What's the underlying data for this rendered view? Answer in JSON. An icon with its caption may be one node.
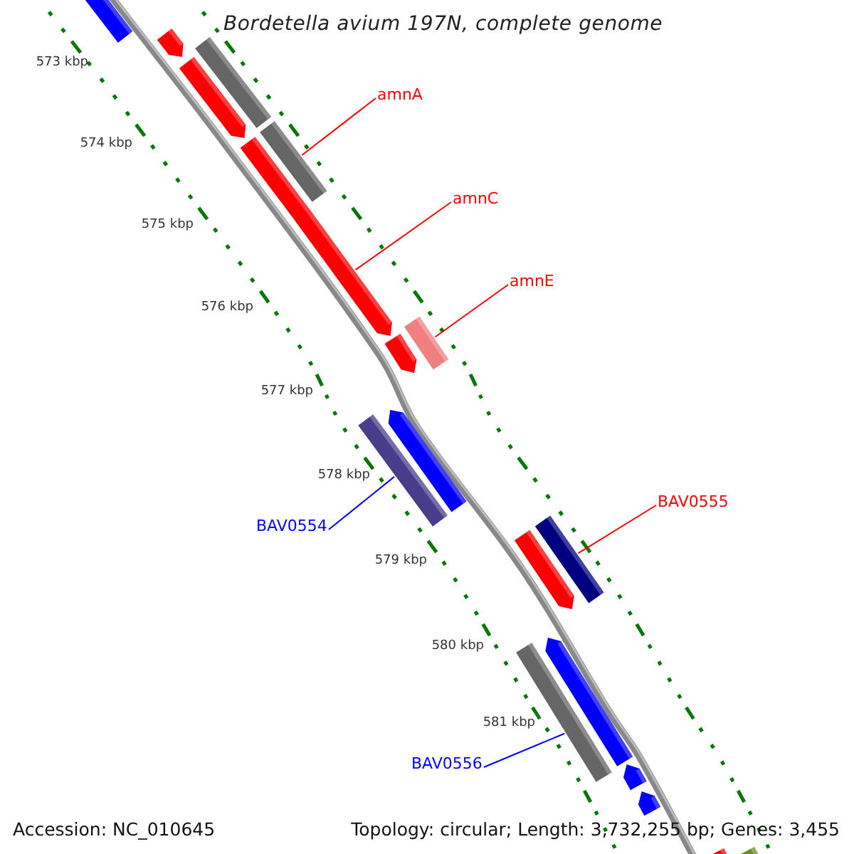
{
  "diagram": {
    "title": "Bordetella avium 197N, complete genome",
    "nodes": [
      {
        "text": [
          "amnA"
        ]
      },
      {
        "text": [
          "amnC"
        ]
      },
      {
        "text": [
          "amnE"
        ]
      },
      {
        "text": [
          "BAV0554"
        ]
      },
      {
        "text": [
          "BAV0555"
        ]
      },
      {
        "text": [
          "BAV0556"
        ]
      },
      {
        "text": [],
        "shape": "bar"
      },
      {
        "text": [],
        "shape": "bar"
      },
      {
        "text": [],
        "shape": "bar"
      },
      {
        "text": [],
        "shape": "bar"
      },
      {
        "text": [],
        "shape": "bar"
      },
      {
        "text": [],
        "shape": "bar"
      },
      {
        "text": [],
        "shape": "bar"
      },
      {
        "text": [],
        "shape": "bar"
      },
      {
        "text": [],
        "shape": "bar"
      },
      {
        "text": [],
        "shape": "bar"
      },
      {
        "text": [],
        "shape": "bar"
      },
      {
        "text": [],
        "shape": "bar"
      },
      {
        "text": [],
        "shape": "bar"
      },
      {
        "text": [],
        "shape": "bar"
      },
      {
        "text": [],
        "shape": "bar"
      },
      {
        "text": [],
        "shape": "bar"
      },
      {
        "text": [],
        "shape": "bar"
      },
      {
        "text": [],
        "shape": "bar"
      },
      {
        "text": [],
        "shape": "bar"
      }
    ],
    "edges": [
      {
        "from": 0,
        "to": 10,
        "arrow": "none"
      },
      {
        "from": 1,
        "to": 12,
        "arrow": "none"
      },
      {
        "from": 2,
        "to": 14,
        "arrow": "none"
      },
      {
        "from": 3,
        "to": 15,
        "arrow": "none",
        "color": "#0000ff"
      },
      {
        "from": 4,
        "to": 17,
        "arrow": "none"
      },
      {
        "from": 5,
        "to": 19,
        "arrow": "none",
        "color": "#0000ff"
      }
    ],
    "labels": [
      "573 kbp",
      "574 kbp",
      "575 kbp",
      "576 kbp",
      "577 kbp",
      "578 kbp",
      "579 kbp",
      "580 kbp",
      "581 kbp",
      "Accession: NC_010645",
      "Topology: circular; Length: 3,732,255 bp; Genes: 3,455"
    ]
  }
}
